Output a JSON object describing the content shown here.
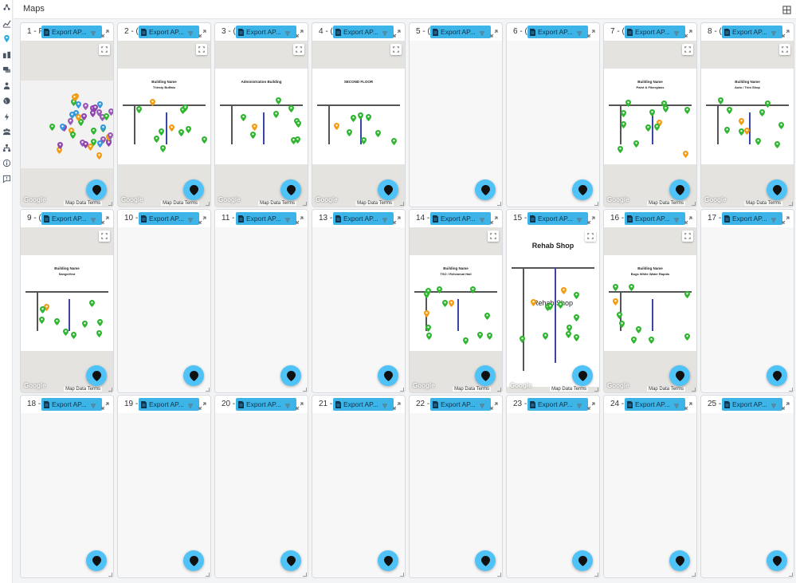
{
  "app": {
    "title": "Maps"
  },
  "nav": {
    "icons": [
      "network-icon",
      "analytics-icon",
      "maps-icon",
      "buildings-icon",
      "messages-icon",
      "people-icon",
      "globe-icon",
      "power-icon",
      "team-icon",
      "hierarchy-icon",
      "info-icon",
      "feedback-icon"
    ],
    "active": "maps-icon"
  },
  "cards": [
    {
      "num": "1 - F",
      "export": "Export AP...",
      "type": "map"
    },
    {
      "num": "2 - (",
      "export": "Export AP...",
      "type": "floor",
      "building_label": "Building Name",
      "building_name": "Thirsty Buffalo"
    },
    {
      "num": "3 - (",
      "export": "Export AP...",
      "type": "floor",
      "building_label": "Administration Building",
      "building_name": ""
    },
    {
      "num": "4 - (",
      "export": "Export AP...",
      "type": "floor",
      "building_label": "SECOND FLOOR",
      "building_name": ""
    },
    {
      "num": "5 - (",
      "export": "Export AP...",
      "type": "empty"
    },
    {
      "num": "6 - (",
      "export": "Export AP...",
      "type": "empty"
    },
    {
      "num": "7 - (",
      "export": "Export AP...",
      "type": "floor",
      "building_label": "Building Name",
      "building_name": "Paint & Fiberglass"
    },
    {
      "num": "8 - (",
      "export": "Export AP...",
      "type": "floor",
      "building_label": "Building Name",
      "building_name": "Auto / Trim Shop"
    },
    {
      "num": "9 - (",
      "export": "Export AP...",
      "type": "floor",
      "building_label": "Building Name",
      "building_name": "Sangerfest"
    },
    {
      "num": "10 -",
      "export": "Export AP...",
      "type": "empty"
    },
    {
      "num": "11 -",
      "export": "Export AP...",
      "type": "empty"
    },
    {
      "num": "13 -",
      "export": "Export AP...",
      "type": "empty"
    },
    {
      "num": "14 -",
      "export": "Export AP...",
      "type": "floor",
      "building_label": "Building Name",
      "building_name": "TSO / Rehearsal Hall"
    },
    {
      "num": "15 -",
      "export": "Export AP...",
      "type": "floor",
      "building_label": "Rehab Shop",
      "building_name": "Rehab Shop"
    },
    {
      "num": "16 -",
      "export": "Export AP...",
      "type": "floor",
      "building_label": "Building Name",
      "building_name": "Bugs White Water Rapids"
    },
    {
      "num": "17 -",
      "export": "Export AP...",
      "type": "empty"
    },
    {
      "num": "18 -",
      "export": "Export AP...",
      "type": "empty"
    },
    {
      "num": "19 -",
      "export": "Export AP...",
      "type": "empty"
    },
    {
      "num": "20 -",
      "export": "Export AP...",
      "type": "empty"
    },
    {
      "num": "21 -",
      "export": "Export AP...",
      "type": "empty"
    },
    {
      "num": "22 -",
      "export": "Export AP...",
      "type": "empty"
    },
    {
      "num": "23 -",
      "export": "Export AP...",
      "type": "empty"
    },
    {
      "num": "24 -",
      "export": "Export AP...",
      "type": "empty"
    },
    {
      "num": "25 -",
      "export": "Export AP...",
      "type": "empty"
    }
  ],
  "map_footer": {
    "google": "Google",
    "map_data": "Map Data  Terms"
  },
  "colors": {
    "accent": "#3cb4e7",
    "fab": "#4fc3f7",
    "pin_green": "#2fb52f",
    "pin_orange": "#f39c12"
  }
}
